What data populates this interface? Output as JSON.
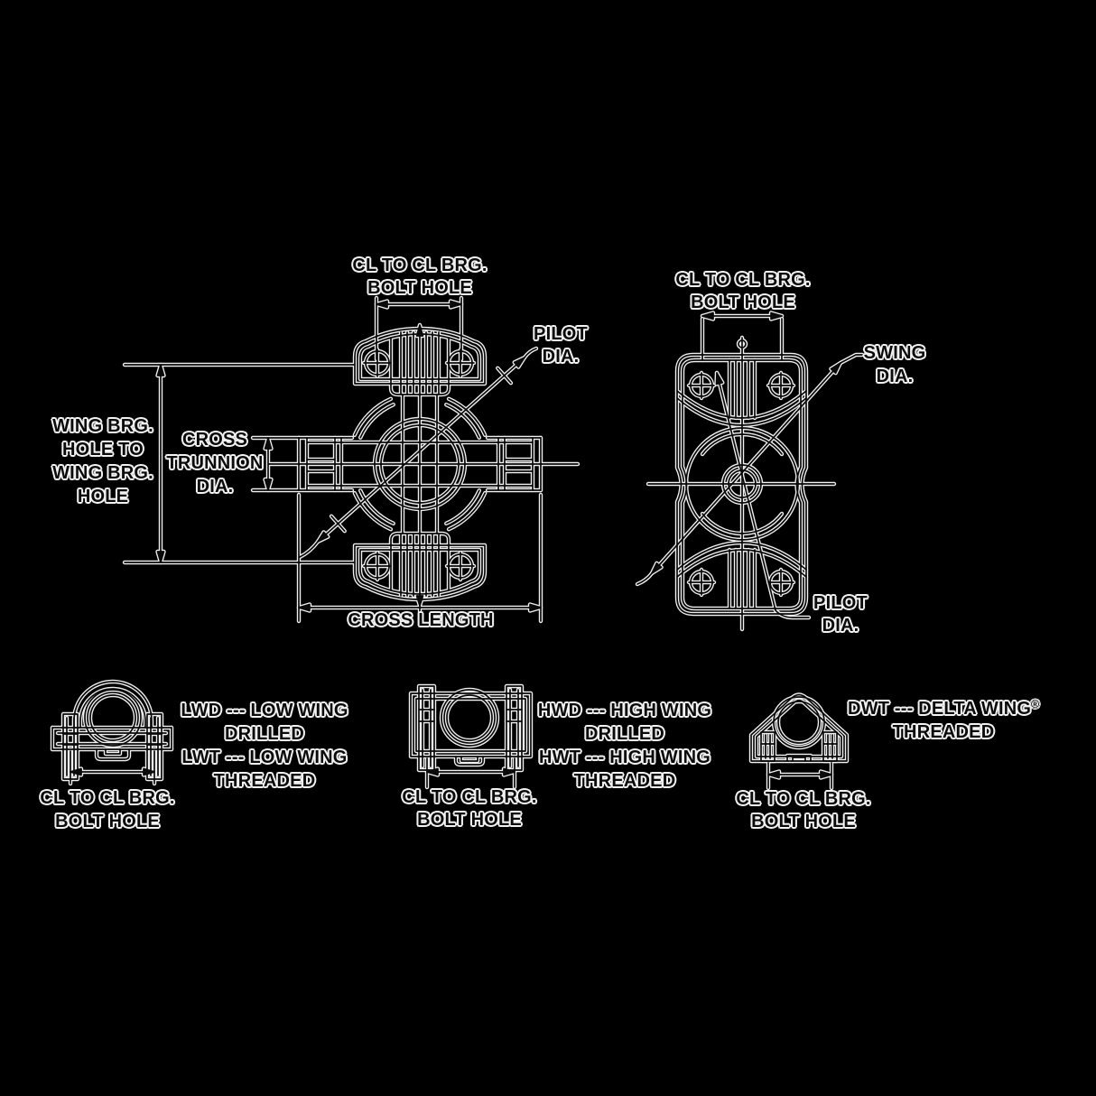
{
  "colors": {
    "background": "#000000",
    "line_halo": "#f0f0f0",
    "ink": "#0b0b0b"
  },
  "front_view": {
    "dim_cl_to_cl": [
      "CL TO CL BRG.",
      "BOLT HOLE"
    ],
    "pilot": [
      "PILOT",
      "DIA."
    ],
    "wing_brg": [
      "WING BRG.",
      "HOLE TO",
      "WING BRG.",
      "HOLE"
    ],
    "cross_trunnion": [
      "CROSS",
      "TRUNNION",
      "DIA."
    ],
    "cross_length": "CROSS LENGTH"
  },
  "side_view": {
    "dim_cl_to_cl": [
      "CL TO CL BRG.",
      "BOLT HOLE"
    ],
    "swing": [
      "SWING",
      "DIA."
    ],
    "pilot": [
      "PILOT",
      "DIA."
    ]
  },
  "wing_styles": {
    "low": {
      "code_lines": [
        "LWD --- LOW WING",
        "DRILLED",
        "LWT --- LOW WING",
        "THREADED"
      ],
      "dim": [
        "CL TO CL BRG.",
        "BOLT HOLE"
      ]
    },
    "high": {
      "code_lines": [
        "HWD --- HIGH WING",
        "DRILLED",
        "HWT --- HIGH WING",
        "THREADED"
      ],
      "dim": [
        "CL TO CL BRG.",
        "BOLT HOLE"
      ]
    },
    "delta": {
      "code_line1": "DWT --- DELTA WING",
      "reg_mark": "®",
      "code_line2": "THREADED",
      "dim": [
        "CL TO CL BRG.",
        "BOLT HOLE"
      ]
    }
  }
}
